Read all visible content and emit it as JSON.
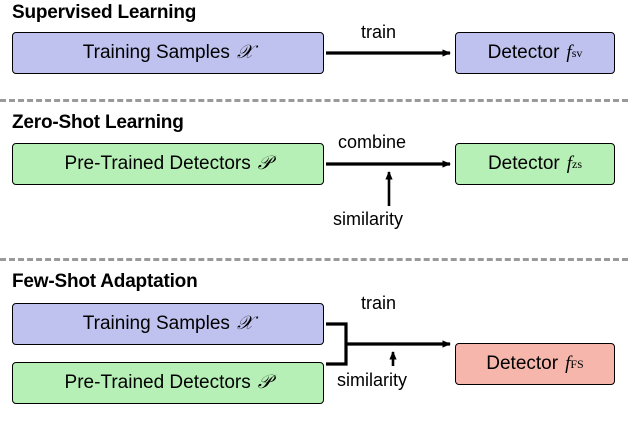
{
  "figure": {
    "sections": [
      {
        "title": "Supervised Learning",
        "source_box": "Training Samples 𝒳",
        "source_symbol": "𝒳",
        "source_text": "Training Samples",
        "edge_label_top": "train",
        "target_text": "Detector",
        "target_symbol": "f",
        "target_subscript": "sv",
        "source_color": "#bfc2ef",
        "target_color": "#bfc2ef"
      },
      {
        "title": "Zero-Shot Learning",
        "source_text": "Pre-Trained Detectors",
        "source_symbol": "𝒫",
        "edge_label_top": "combine",
        "edge_label_bottom": "similarity",
        "target_text": "Detector",
        "target_symbol": "f",
        "target_subscript": "zs",
        "source_color": "#b6f0b6",
        "target_color": "#b6f0b6"
      },
      {
        "title": "Few-Shot Adaptation",
        "source_text_1": "Training Samples",
        "source_symbol_1": "𝒳",
        "source_text_2": "Pre-Trained Detectors",
        "source_symbol_2": "𝒫",
        "edge_label_top": "train",
        "edge_label_bottom": "similarity",
        "target_text": "Detector",
        "target_symbol": "f",
        "target_subscript": "FS",
        "source_color_1": "#bfc2ef",
        "source_color_2": "#b6f0b6",
        "target_color": "#f6b6ac"
      }
    ]
  }
}
